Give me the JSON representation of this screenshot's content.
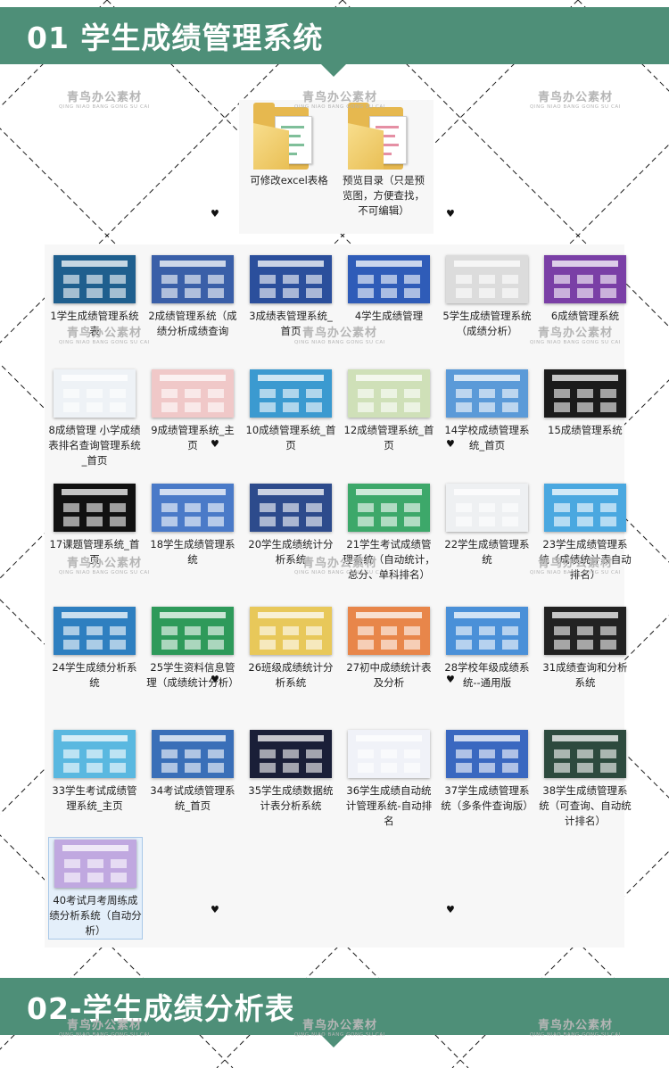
{
  "sections": {
    "first_title": "01 学生成绩管理系统",
    "second_title": "02-学生成绩分析表"
  },
  "watermark": {
    "cn": "青鸟办公素材",
    "en": "QING NIAO BANG GONG SU CAI"
  },
  "folders": [
    {
      "label": "可修改excel表格",
      "icon": "folder-icon"
    },
    {
      "label": "预览目录（只是预览图，方便查找，不可编辑）",
      "icon": "folder-icon"
    }
  ],
  "files": [
    {
      "label": "1学生成绩管理系统表",
      "color": "#1f5f8e"
    },
    {
      "label": "2成绩管理系统（成绩分析成绩查询",
      "color": "#3a5fa8"
    },
    {
      "label": "3成绩表管理系统_首页",
      "color": "#2b4f9c"
    },
    {
      "label": "4学生成绩管理",
      "color": "#2f5cb8"
    },
    {
      "label": "5学生成绩管理系统（成绩分析）",
      "color": "#dcdcdc"
    },
    {
      "label": "6成绩管理系统",
      "color": "#7a3fa6"
    },
    {
      "label": "8成绩管理 小学成绩表排名查询管理系统_首页",
      "color": "#eef2f6"
    },
    {
      "label": "9成绩管理系统_主页",
      "color": "#f0c8c8"
    },
    {
      "label": "10成绩管理系统_首页",
      "color": "#3b9ad0"
    },
    {
      "label": "12成绩管理系统_首页",
      "color": "#cfe0b8"
    },
    {
      "label": "14学校成绩管理系统_首页",
      "color": "#5b9ad8"
    },
    {
      "label": "15成绩管理系统",
      "color": "#1b1b1b"
    },
    {
      "label": "17课题管理系统_首页",
      "color": "#111111"
    },
    {
      "label": "18学生成绩管理系统",
      "color": "#4a7ac8"
    },
    {
      "label": "20学生成绩统计分析系统",
      "color": "#2d4b8c"
    },
    {
      "label": "21学生考试成绩管理系统（自动统计，总分、单科排名）",
      "color": "#3da86a"
    },
    {
      "label": "22学生成绩管理系统",
      "color": "#eef0f2"
    },
    {
      "label": "23学生成绩管理系统（成绩统计表自动排名）",
      "color": "#4aa8e0"
    },
    {
      "label": "24学生成绩分析系统",
      "color": "#2e7fc0"
    },
    {
      "label": "25学生资料信息管理（成绩统计分析）",
      "color": "#2e9a5a"
    },
    {
      "label": "26班级成绩统计分析系统",
      "color": "#e8c85a"
    },
    {
      "label": "27初中成绩统计表及分析",
      "color": "#e8864a"
    },
    {
      "label": "28学校年级成绩系统--通用版",
      "color": "#4a90d8"
    },
    {
      "label": "31成绩查询和分析系统",
      "color": "#222222"
    },
    {
      "label": "33学生考试成绩管理系统_主页",
      "color": "#5ab8e0"
    },
    {
      "label": "34考试成绩管理系统_首页",
      "color": "#3a6fb8"
    },
    {
      "label": "35学生成绩数据统计表分析系统",
      "color": "#1a1f38"
    },
    {
      "label": "36学生成绩自动统计管理系统-自动排名",
      "color": "#f0f2f8"
    },
    {
      "label": "37学生成绩管理系统（多条件查询版）",
      "color": "#3a68c0"
    },
    {
      "label": "38学生成绩管理系统（可查询、自动统计排名）",
      "color": "#2d4a3e"
    },
    {
      "label": "40考试月考周练成绩分析系统（自动分析）",
      "color": "#c0a8e0"
    }
  ]
}
